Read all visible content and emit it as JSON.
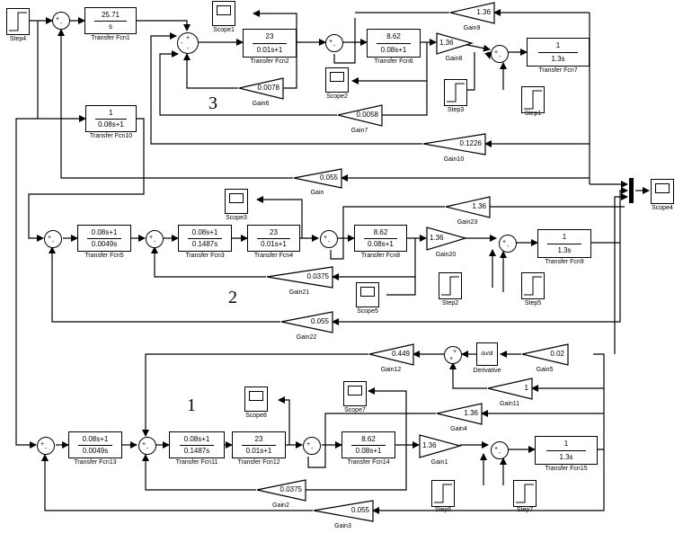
{
  "diagram": {
    "type": "simulink-block-diagram",
    "regions": [
      "3",
      "2",
      "1"
    ],
    "transfer_functions": [
      {
        "name": "Transfer Fcn1",
        "num": "25.71",
        "den": "s"
      },
      {
        "name": "Transfer Fcn2",
        "num": "23",
        "den": "0.01s+1"
      },
      {
        "name": "Transfer Fcn6",
        "num": "8.62",
        "den": "0.08s+1"
      },
      {
        "name": "Transfer Fcn7",
        "num": "1",
        "den": "1.3s"
      },
      {
        "name": "Transfer Fcn10",
        "num": "1",
        "den": "0.08s+1"
      },
      {
        "name": "Transfer Fcn5",
        "num": "0.08s+1",
        "den": "0.0049s"
      },
      {
        "name": "Transfer Fcn3",
        "num": "0.08s+1",
        "den": "0.1487s"
      },
      {
        "name": "Transfer Fcn4",
        "num": "23",
        "den": "0.01s+1"
      },
      {
        "name": "Transfer Fcn8",
        "num": "8.62",
        "den": "0.08s+1"
      },
      {
        "name": "Transfer Fcn9",
        "num": "1",
        "den": "1.3s"
      },
      {
        "name": "Transfer Fcn13",
        "num": "0.08s+1",
        "den": "0.0049s"
      },
      {
        "name": "Transfer Fcn11",
        "num": "0.08s+1",
        "den": "0.1487s"
      },
      {
        "name": "Transfer Fcn12",
        "num": "23",
        "den": "0.01s+1"
      },
      {
        "name": "Transfer Fcn14",
        "num": "8.62",
        "den": "0.08s+1"
      },
      {
        "name": "Transfer Fcn15",
        "num": "1",
        "den": "1.3s"
      }
    ],
    "gains": [
      {
        "name": "Gain9",
        "value": "1.36"
      },
      {
        "name": "Gain8",
        "value": "1.36"
      },
      {
        "name": "Gain6",
        "value": "0.0078"
      },
      {
        "name": "Gain7",
        "value": "0.0058"
      },
      {
        "name": "Gain10",
        "value": "0.1226"
      },
      {
        "name": "Gain",
        "value": "0.055"
      },
      {
        "name": "Gain23",
        "value": "1.36"
      },
      {
        "name": "Gain20",
        "value": "1.36"
      },
      {
        "name": "Gain21",
        "value": "0.0375"
      },
      {
        "name": "Gain22",
        "value": "0.055"
      },
      {
        "name": "Gain12",
        "value": "0.449"
      },
      {
        "name": "Gain5",
        "value": "0.02"
      },
      {
        "name": "Gain11",
        "value": "1"
      },
      {
        "name": "Gain4",
        "value": "1.36"
      },
      {
        "name": "Gain1",
        "value": "1.36"
      },
      {
        "name": "Gain2",
        "value": "0.0375"
      },
      {
        "name": "Gain3",
        "value": "0.055"
      }
    ],
    "scopes": [
      "Scope1",
      "Scope2",
      "Scope3",
      "Scope5",
      "Scope8",
      "Scope7",
      "Scope4"
    ],
    "steps": [
      "Step4",
      "Step3",
      "Step1",
      "Step2",
      "Step5",
      "Step6",
      "Step7"
    ],
    "derivative": {
      "name": "Derivative",
      "text": "du/dt"
    },
    "sum_signs": {
      "plus": "+",
      "minus": "-"
    }
  }
}
